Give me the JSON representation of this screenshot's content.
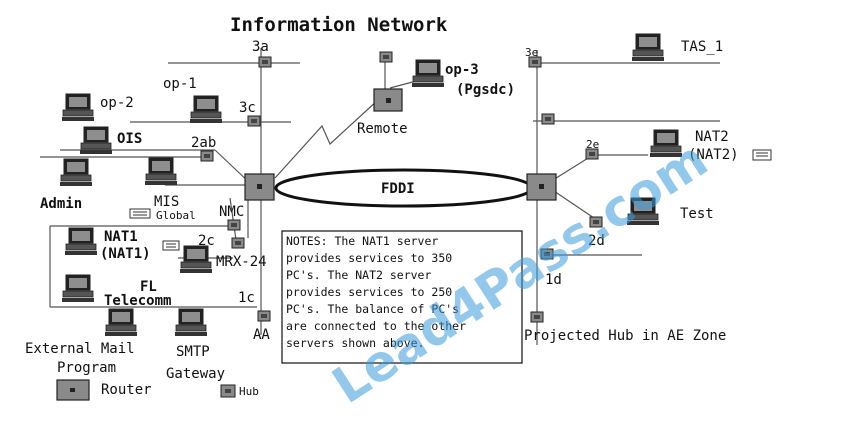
{
  "diagram": {
    "title": "Information Network",
    "backbone_label": "FDDI",
    "nodes": {
      "hub_3a": "3a",
      "hub_3c": "3c",
      "hub_2ab": "2ab",
      "hub_2c": "2c",
      "hub_1c": "1c",
      "hub_3e": "3e",
      "hub_2e": "2e",
      "hub_2d": "2d",
      "hub_1d": "1d",
      "nmc": "NMC",
      "remote": "Remote",
      "aa": "AA",
      "op1": "op-1",
      "op2": "op-2",
      "ois": "OIS",
      "admin": "Admin",
      "mis": "MIS",
      "global": "Global",
      "nat1": "NAT1",
      "nat1_sub": "(NAT1)",
      "mrx": "MRX-24",
      "fl": "FL",
      "telecomm": "Telecomm",
      "ext_mail_1": "External Mail",
      "ext_mail_2": "Program",
      "smtp_1": "SMTP",
      "smtp_2": "Gateway",
      "op3": "op-3",
      "op3_sub": "(Pgsdc)",
      "tas1": "TAS_1",
      "nat2": "NAT2",
      "nat2_sub": "(NAT2)",
      "test": "Test",
      "projected_hub": "Projected Hub in AE Zone"
    },
    "notes": [
      "NOTES: The NAT1 server",
      "provides services to 350",
      "PC's. The NAT2 server",
      "provides services to 250",
      "PC's. The balance of PC's",
      "are connected to the other",
      "servers shown above."
    ],
    "legend": {
      "router": "Router",
      "hub": "Hub"
    },
    "watermark": "Lead4Pass.com"
  },
  "colors": {
    "line": "#555555",
    "device": "#8a8a8a",
    "watermark": "#3b9ad9"
  }
}
